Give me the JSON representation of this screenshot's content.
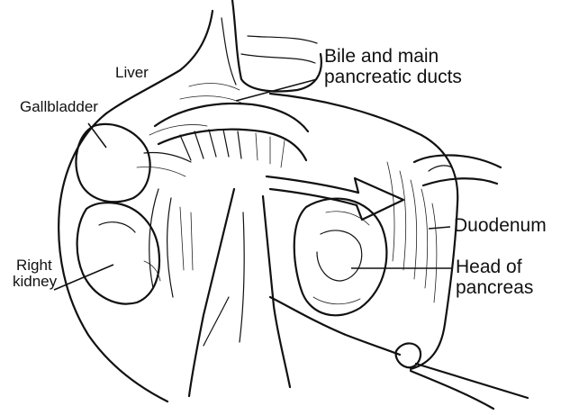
{
  "labels": {
    "liver": "Liver",
    "gallbladder": "Gallbladder",
    "bile_ducts": [
      "Bile and main",
      "pancreatic ducts"
    ],
    "duodenum": "Duodenum",
    "right_kidney": [
      "Right",
      "kidney"
    ],
    "head_of_pancreas": [
      "Head of",
      "pancreas"
    ]
  },
  "colors": {
    "ink": "#111111",
    "background": "#ffffff"
  }
}
